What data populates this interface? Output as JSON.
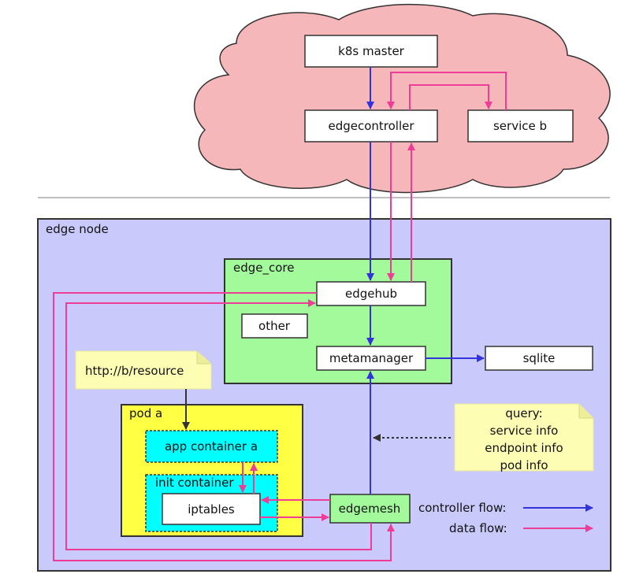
{
  "cloud": {
    "k8s_master": "k8s master",
    "edgecontroller": "edgecontroller",
    "service_b": "service b"
  },
  "edge_node": {
    "title": "edge node",
    "edge_core": {
      "title": "edge_core",
      "edgehub": "edgehub",
      "other": "other",
      "metamanager": "metamanager"
    },
    "sqlite": "sqlite",
    "pod": {
      "title": "pod a",
      "app_container": "app container a",
      "init_container": "init container",
      "iptables": "iptables"
    },
    "edgemesh": "edgemesh"
  },
  "notes": {
    "resource": "http://b/resource",
    "query_lines": [
      "query:",
      "service info",
      "endpoint info",
      "pod info"
    ]
  },
  "legend": {
    "controller_flow": "controller flow:",
    "data_flow": "data flow:"
  },
  "colors": {
    "controller_flow": "#3333dd",
    "data_flow": "#ee3d96",
    "cloud_fill": "#f6b7ba",
    "edge_node_fill": "#c9c9fb",
    "edge_core_fill": "#a3fa9b",
    "pod_fill": "#ffff44",
    "container_fill": "#00ffff",
    "note_fill": "#fdfdb4"
  }
}
